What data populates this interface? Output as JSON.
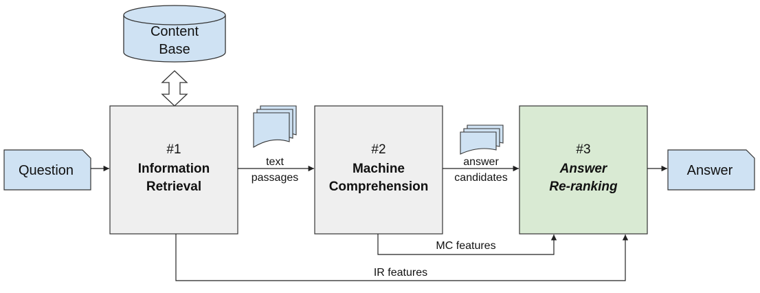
{
  "content_base": {
    "line1": "Content",
    "line2": "Base"
  },
  "question": {
    "label": "Question"
  },
  "answer": {
    "label": "Answer"
  },
  "stages": [
    {
      "number": "#1",
      "line1": "Information",
      "line2": "Retrieval"
    },
    {
      "number": "#2",
      "line1": "Machine",
      "line2": "Comprehension"
    },
    {
      "number": "#3",
      "line1": "Answer",
      "line2": "Re-ranking"
    }
  ],
  "edges": {
    "text_passages": {
      "line1": "text",
      "line2": "passages"
    },
    "answer_candidates": {
      "line1": "answer",
      "line2": "candidates"
    },
    "mc_features": "MC features",
    "ir_features": "IR features"
  },
  "colors": {
    "doc_fill": "#cfe2f3",
    "stage_fill": "#efefef",
    "rerank_fill": "#d9ead3",
    "stroke": "#333333"
  }
}
